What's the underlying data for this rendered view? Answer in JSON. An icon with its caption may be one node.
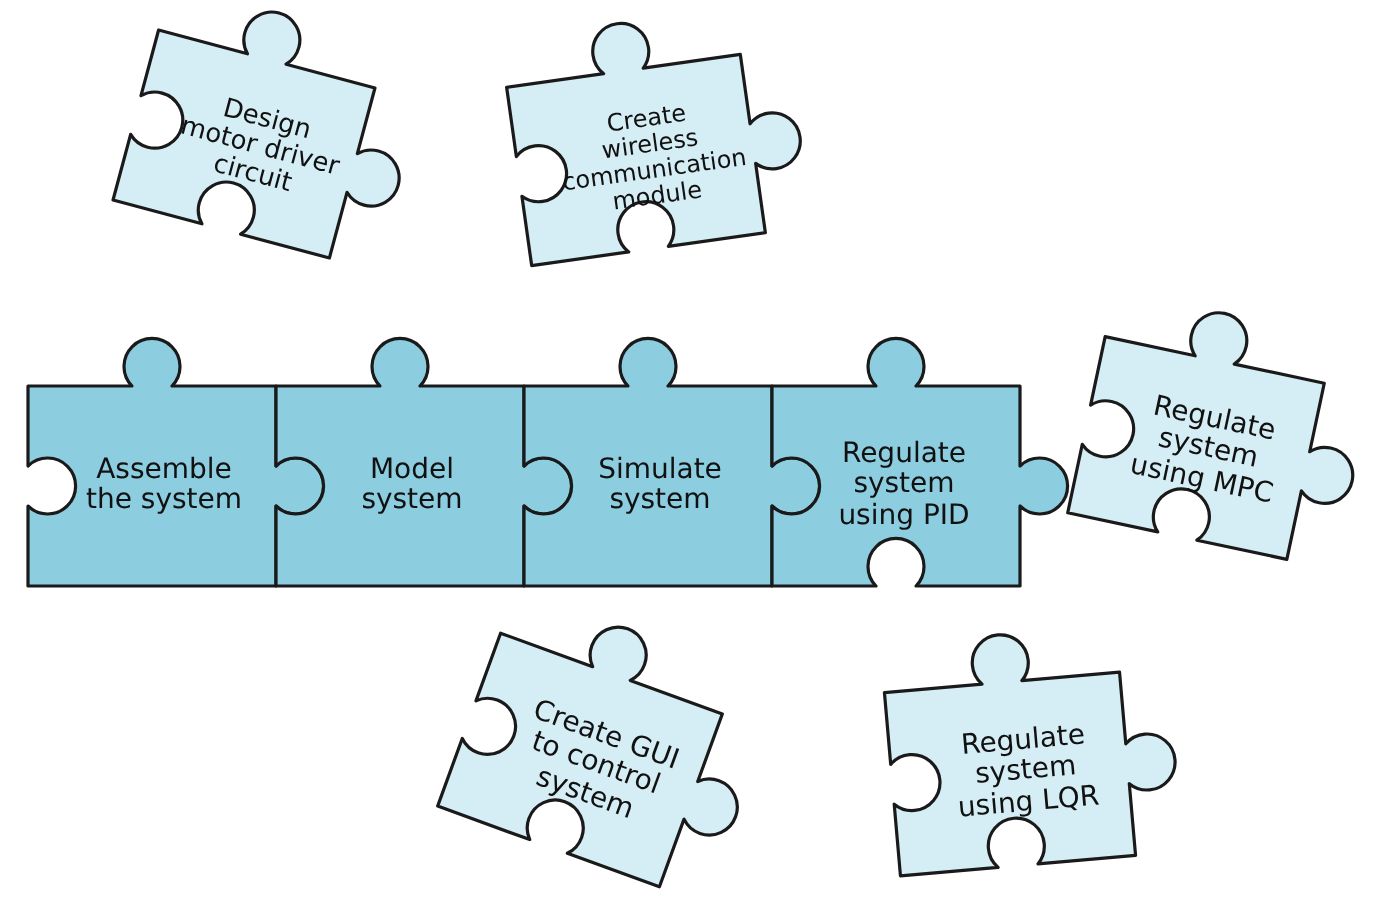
{
  "diagram": {
    "nodes": [
      {
        "text": [
          "Design motor driver circuit"
        ]
      },
      {
        "text": [
          "Create wireless communication module"
        ]
      },
      {
        "text": [
          "Assemble the system"
        ]
      },
      {
        "text": [
          "Model system"
        ]
      },
      {
        "text": [
          "Simulate system"
        ]
      },
      {
        "text": [
          "Regulate system using PID"
        ]
      },
      {
        "text": [
          "Regulate system using MPC"
        ]
      },
      {
        "text": [
          "Create GUI to control system"
        ]
      },
      {
        "text": [
          "Regulate system using LQR"
        ]
      }
    ]
  }
}
